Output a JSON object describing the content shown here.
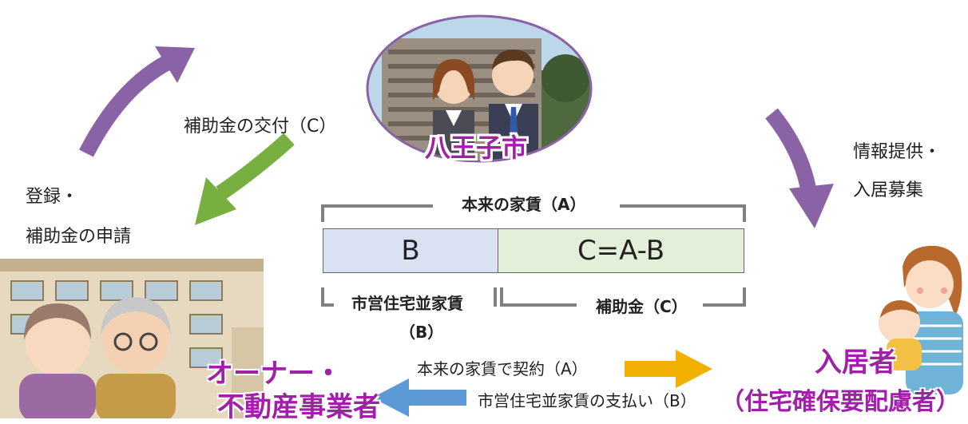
{
  "city": {
    "name": "八王子市"
  },
  "labels": {
    "subsidy_issue": "補助金の交付（C）",
    "registration_line1": "登録・",
    "registration_line2": "補助金の申請",
    "info_line1": "情報提供・",
    "info_line2": "入居募集",
    "contract": "本来の家賃で契約（A）",
    "payment": "市営住宅並家賃の支払い（B）"
  },
  "owner": {
    "line1": "オーナー・",
    "line2": "不動産事業者"
  },
  "tenant": {
    "line1": "入居者",
    "line2": "（住宅確保要配慮者）"
  },
  "rent_breakdown": {
    "total_label": "本来の家賃（",
    "total_letter": "A",
    "total_close": "）",
    "part_b": "B",
    "part_c": "C=A-B",
    "b_label": "市営住宅並家賃",
    "b_letter_open": "（",
    "b_letter": "B",
    "b_letter_close": "）",
    "c_label": "補助金（",
    "c_letter": "C",
    "c_close": "）"
  },
  "colors": {
    "purple_arrow": "#8a63a6",
    "green_arrow": "#77b040",
    "orange_arrow": "#f2b000",
    "blue_arrow": "#5b9ad6",
    "title_purple": "#a020a8",
    "box_b_fill": "#d9e1f3",
    "box_c_fill": "#e4efd9"
  }
}
